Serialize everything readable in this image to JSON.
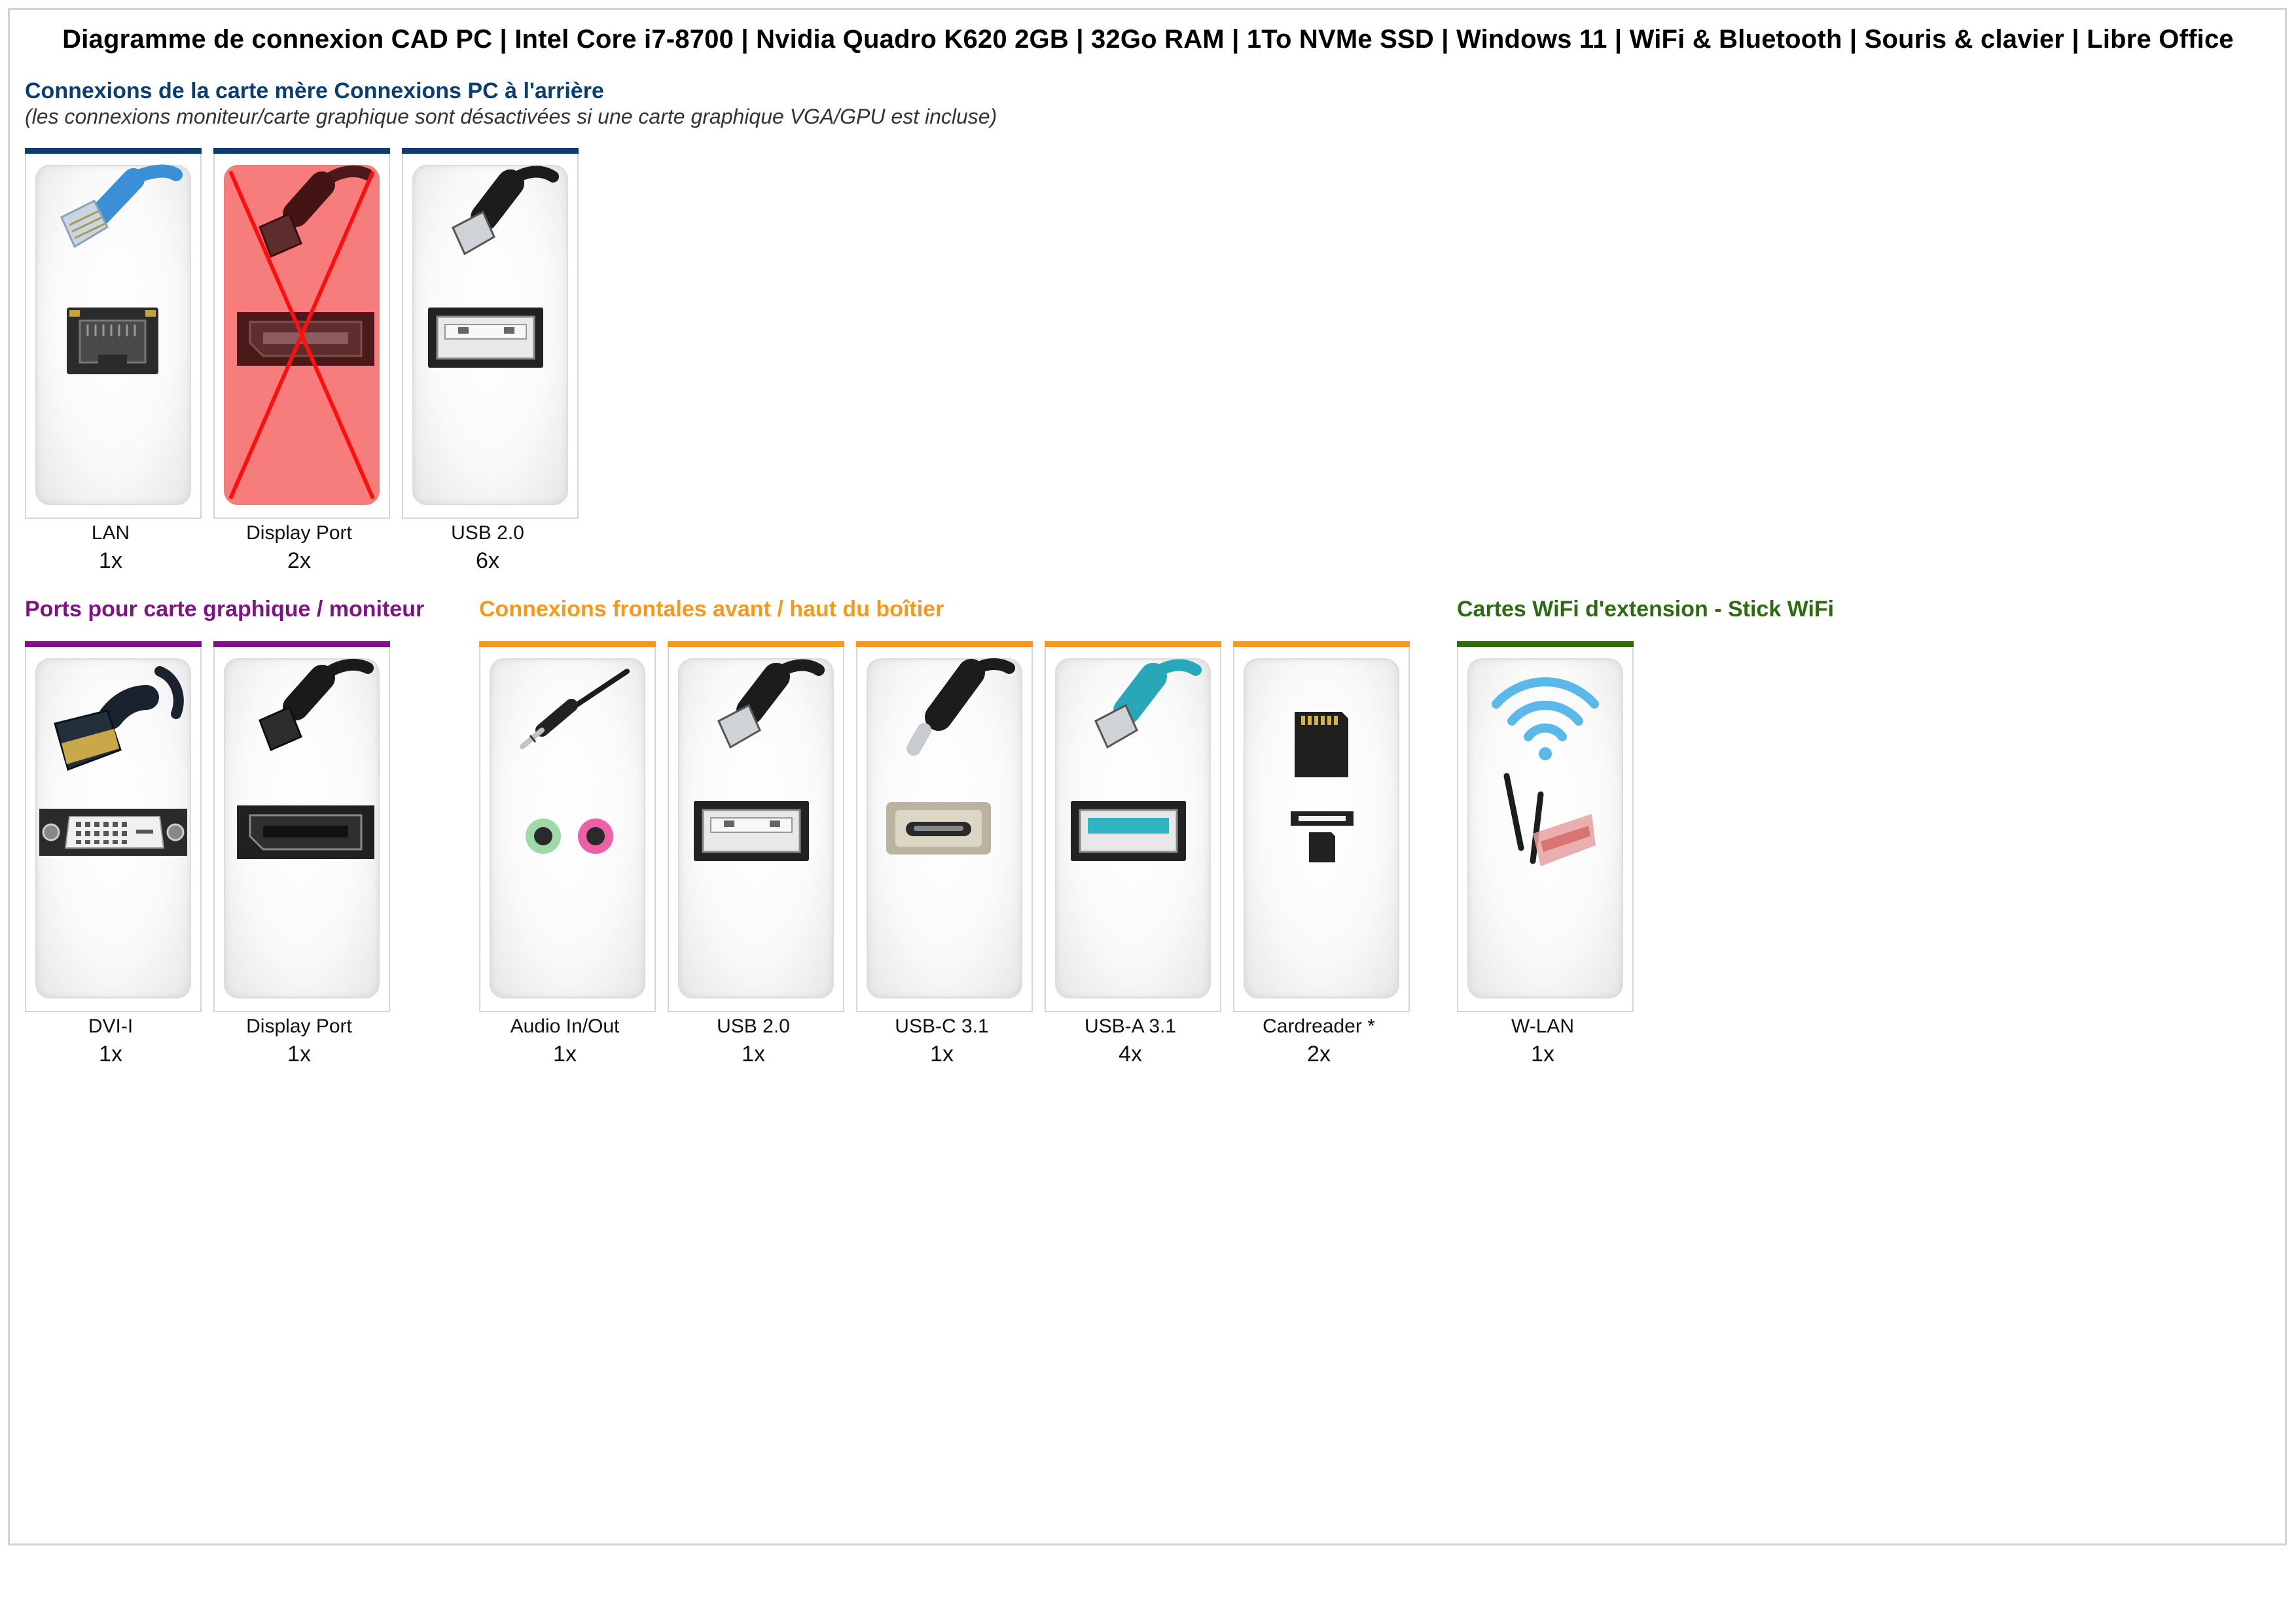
{
  "title": "Diagramme de connexion CAD PC | Intel Core i7-8700 | Nvidia Quadro K620 2GB | 32Go RAM | 1To NVMe SSD | Windows 11 | WiFi & Bluetooth | Souris & clavier | Libre Office",
  "sections": {
    "motherboard": {
      "title": "Connexions de la carte mère Connexions PC à l'arrière",
      "subtitle": "(les connexions moniteur/carte graphique sont désactivées si une carte graphique VGA/GPU est incluse)",
      "color": "#0b3d6e",
      "ports": [
        {
          "label": "LAN",
          "count": "1x",
          "icon": "lan-icon",
          "disabled": false
        },
        {
          "label": "Display Port",
          "count": "2x",
          "icon": "displayport-icon",
          "disabled": true
        },
        {
          "label": "USB 2.0",
          "count": "6x",
          "icon": "usb-2-icon",
          "disabled": false
        }
      ]
    },
    "graphics": {
      "title": "Ports pour carte graphique / moniteur",
      "color": "#7b1581",
      "ports": [
        {
          "label": "DVI-I",
          "count": "1x",
          "icon": "dvi-icon"
        },
        {
          "label": "Display Port",
          "count": "1x",
          "icon": "displayport-icon"
        }
      ]
    },
    "front": {
      "title": "Connexions frontales avant / haut du boîtier",
      "color": "#f39a1e",
      "ports": [
        {
          "label": "Audio In/Out",
          "count": "1x",
          "icon": "audio-jack-icon"
        },
        {
          "label": "USB 2.0",
          "count": "1x",
          "icon": "usb-2-icon"
        },
        {
          "label": "USB-C 3.1",
          "count": "1x",
          "icon": "usb-c-icon"
        },
        {
          "label": "USB-A 3.1",
          "count": "4x",
          "icon": "usb-a-3-icon"
        },
        {
          "label": "Cardreader *",
          "count": "2x",
          "icon": "sd-card-icon"
        }
      ]
    },
    "wifi": {
      "title": "Cartes WiFi d'extension - Stick WiFi",
      "color": "#2e6a12",
      "ports": [
        {
          "label": "W-LAN",
          "count": "1x",
          "icon": "wifi-icon"
        }
      ]
    }
  }
}
